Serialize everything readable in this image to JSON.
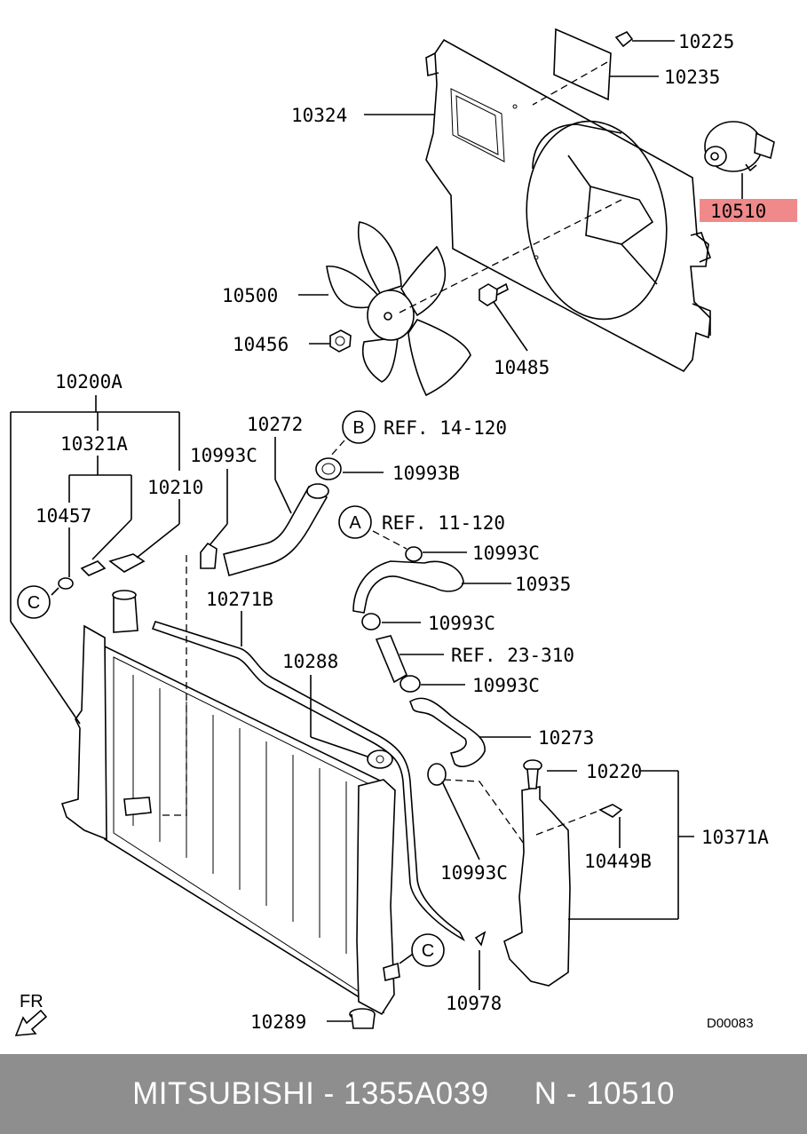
{
  "labels": {
    "p10225": "10225",
    "p10235": "10235",
    "p10324": "10324",
    "p10510": "10510",
    "p10500": "10500",
    "p10456": "10456",
    "p10485": "10485",
    "p10200A": "10200A",
    "p10321A": "10321A",
    "p10210": "10210",
    "p10457": "10457",
    "p10993C_1": "10993C",
    "p10272": "10272",
    "p10993B": "10993B",
    "p10993C_2": "10993C",
    "p10935": "10935",
    "p10993C_3": "10993C",
    "p10993C_4": "10993C",
    "p10271B": "10271B",
    "p10288": "10288",
    "p10273": "10273",
    "p10220": "10220",
    "p10371A": "10371A",
    "p10449B": "10449B",
    "p10993C_5": "10993C",
    "p10978": "10978",
    "p10289": "10289",
    "refB": "REF. 14-120",
    "refA": "REF. 11-120",
    "ref23": "REF. 23-310",
    "circleB": "B",
    "circleA": "A",
    "circleC1": "C",
    "circleC2": "C",
    "fr": "FR",
    "diagram_code": "D00083"
  },
  "highlight": {
    "part": "10510",
    "color": "#f08a8a"
  },
  "footer": {
    "brand": "MITSUBISHI",
    "sep": " - ",
    "part_number": "1355A039",
    "gap": "     ",
    "n_label": "N",
    "sep2": " - ",
    "ref": "10510"
  },
  "colors": {
    "footer_bg": "#8e8e8e",
    "footer_text": "#ffffff",
    "line": "#000000"
  }
}
